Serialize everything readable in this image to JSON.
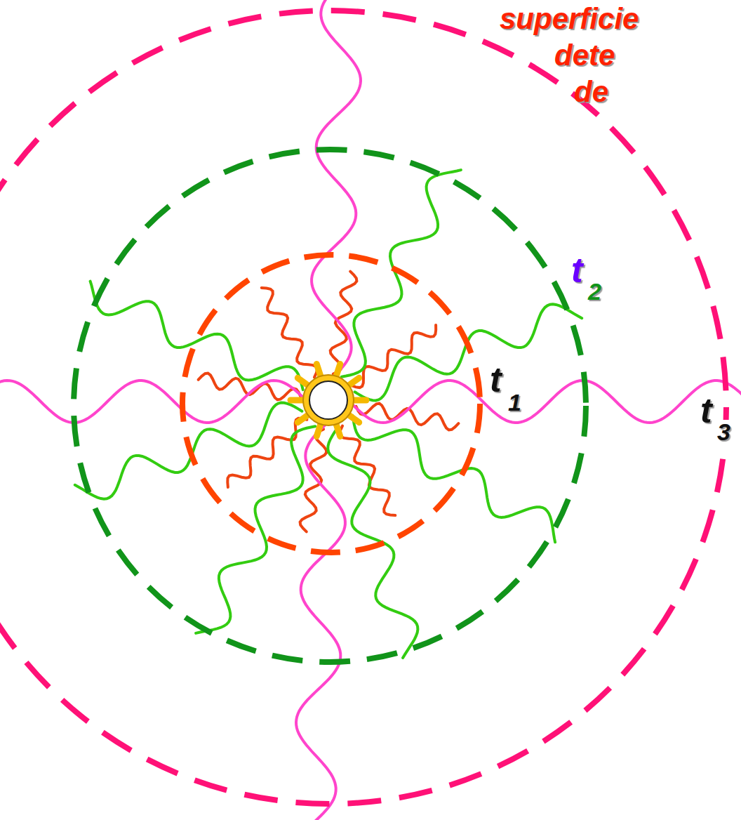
{
  "diagram": {
    "labels": [
      "superficie",
      "dete",
      "de",
      "t",
      "2",
      "t",
      "1",
      "t",
      "3"
    ]
  }
}
